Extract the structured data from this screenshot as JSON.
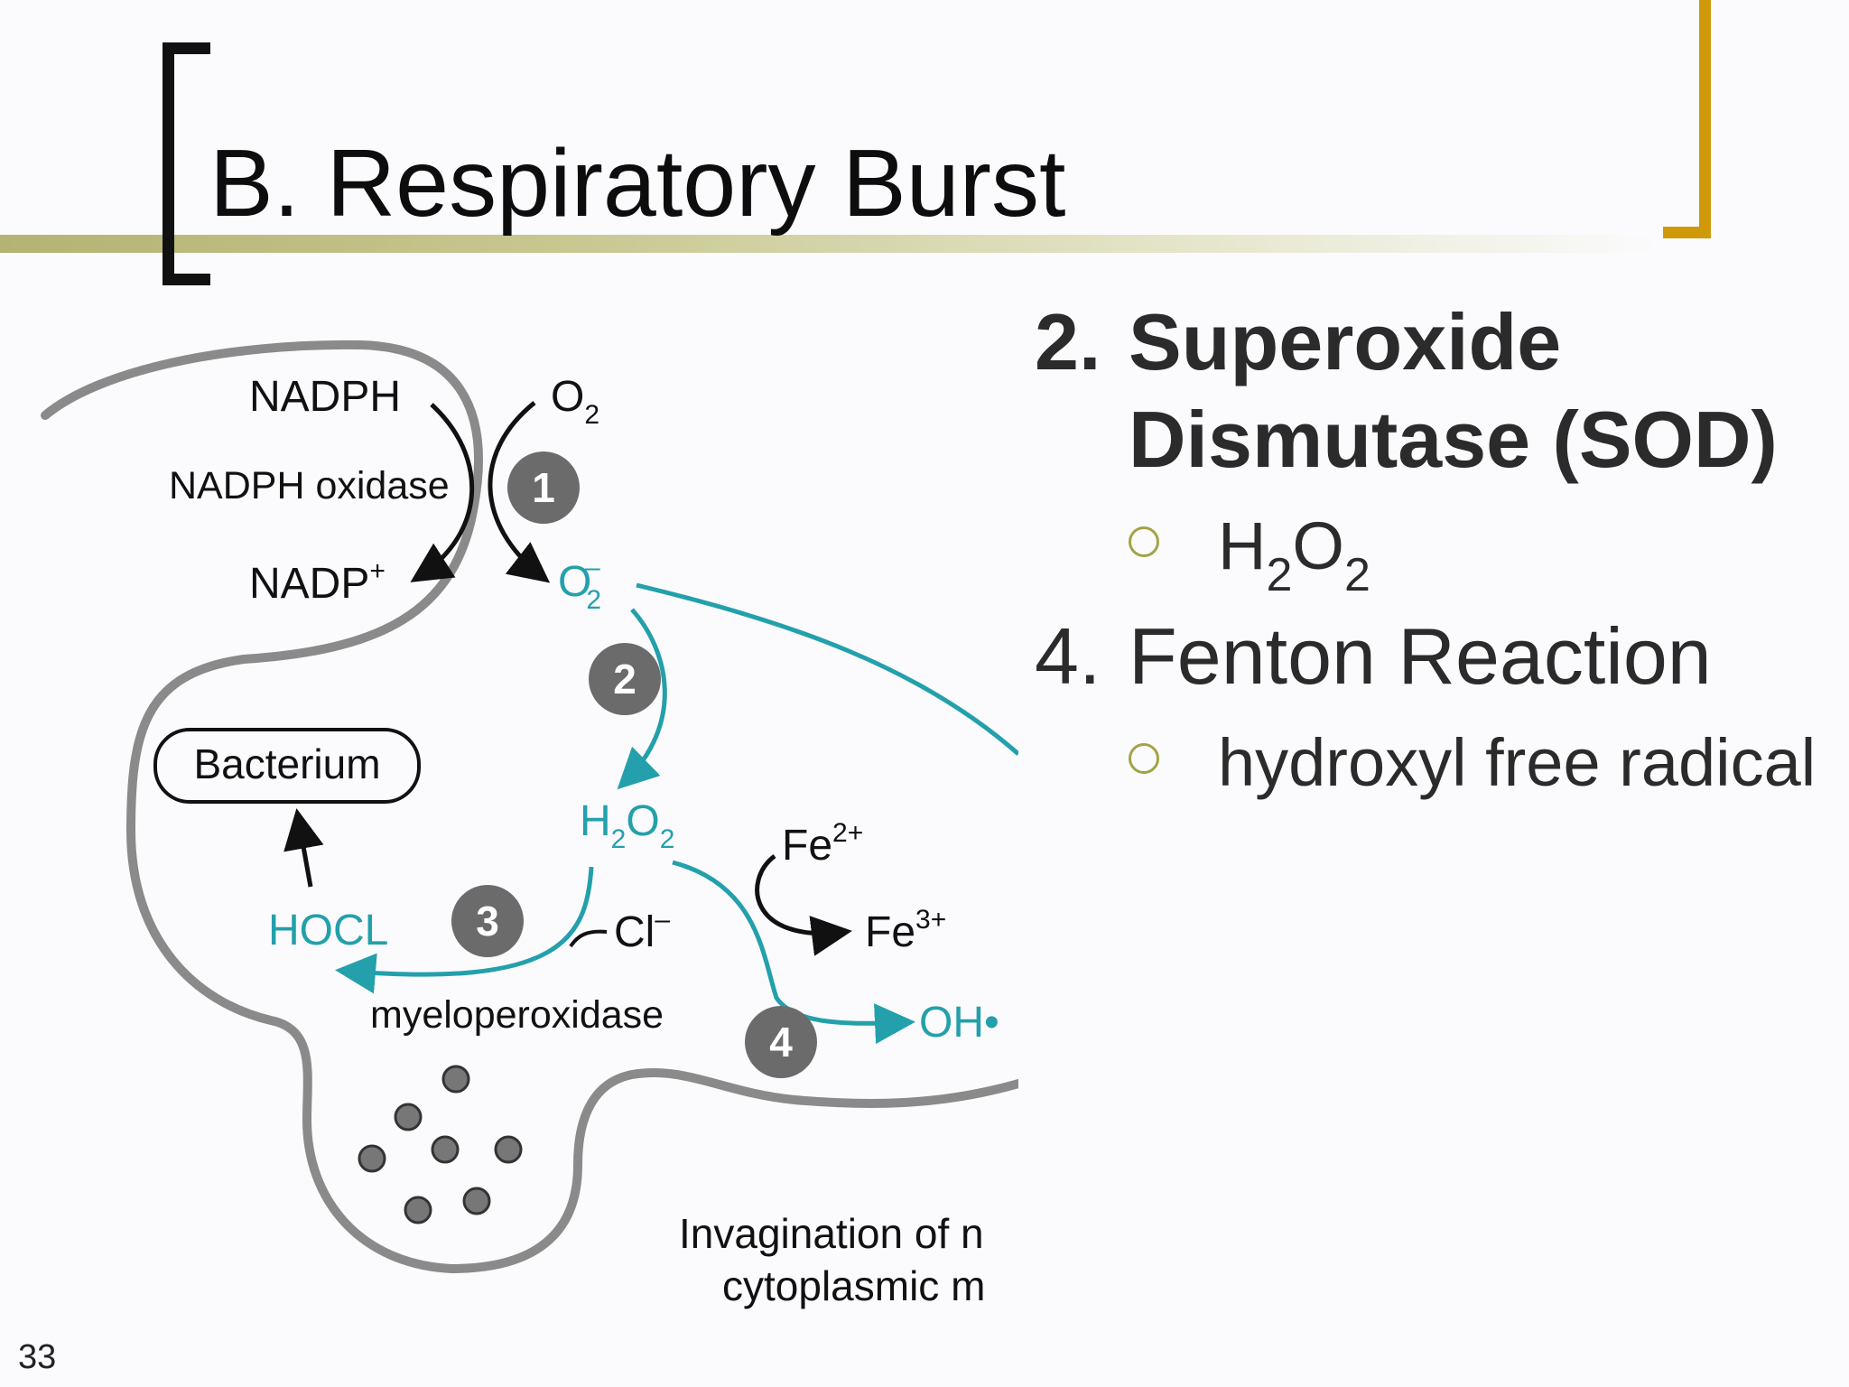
{
  "slide": {
    "title": "B. Respiratory Burst",
    "page_number": "33",
    "colors": {
      "title_bracket": "#111111",
      "corner_bracket": "#cf9a0a",
      "rule": "#b3b372",
      "pathway": "#23a0ab",
      "membrane": "#888888",
      "step_badge": "#6b6b6b"
    }
  },
  "bullets": {
    "item1": {
      "number": "2.",
      "text": "Superoxide Dismutase (SOD)"
    },
    "item1_sub": {
      "main1": "H",
      "sub1": "2",
      "main2": "O",
      "sub2": "2"
    },
    "item2": {
      "number": "4.",
      "text": "Fenton Reaction"
    },
    "item2_sub": {
      "text": "hydroxyl free radical"
    }
  },
  "diagram": {
    "nadph": "NADPH",
    "oxidase": "NADPH oxidase",
    "nadp": "NADP",
    "nadp_sup": "+",
    "o2": "O",
    "o2_sub": "2",
    "superoxide": "O",
    "superoxide_sub": "2",
    "superoxide_sup": "–",
    "h2o2_h": "H",
    "h2o2_sub1": "2",
    "h2o2_o": "O",
    "h2o2_sub2": "2",
    "bacterium": "Bacterium",
    "hocl": "HOCL",
    "cl": "Cl",
    "cl_sup": "–",
    "fe2": "Fe",
    "fe2_sup": "2+",
    "fe3": "Fe",
    "fe3_sup": "3+",
    "oh": "OH•",
    "myeloperoxidase": "myeloperoxidase",
    "steps": [
      "1",
      "2",
      "3",
      "4"
    ],
    "caption_line1": "Invagination of n",
    "caption_line2": "cytoplasmic m"
  }
}
